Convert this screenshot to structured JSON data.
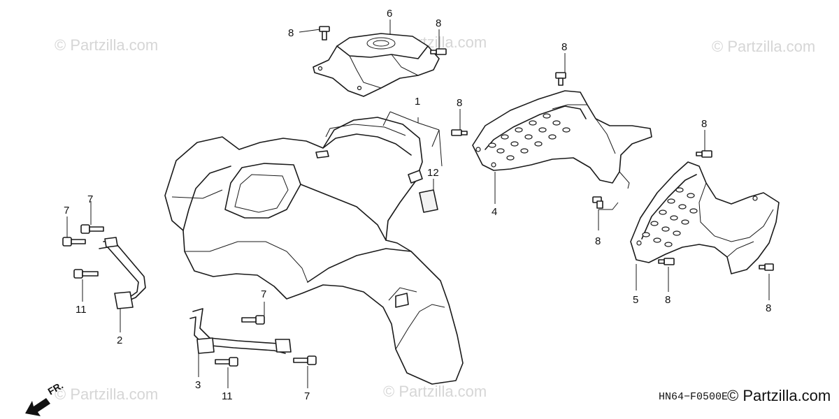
{
  "watermarks": [
    "© Partzilla.com",
    "© Partzilla.com",
    "© Partzilla.com",
    "© Partzilla.com",
    "© Partzilla.com",
    "© Partzilla.com"
  ],
  "callouts": {
    "c1": "1",
    "c2": "2",
    "c3": "3",
    "c4": "4",
    "c5": "5",
    "c6": "6",
    "c7a": "7",
    "c7b": "7",
    "c7c": "7",
    "c7d": "7",
    "c8a": "8",
    "c8b": "8",
    "c8c": "8",
    "c8d": "8",
    "c8e": "8",
    "c8f": "8",
    "c8g": "8",
    "c8h": "8",
    "c11a": "11",
    "c11b": "11",
    "c12": "12"
  },
  "direction_label": "FR.",
  "diagram_code": "HN64−F0500E",
  "brand_watermark": "© Partzilla.com"
}
